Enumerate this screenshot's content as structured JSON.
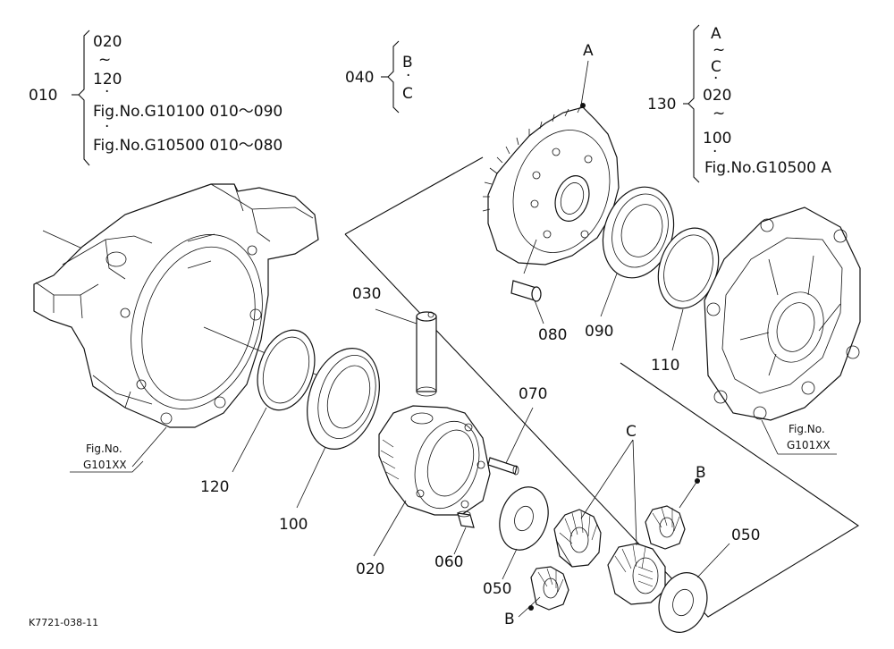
{
  "groups": {
    "g010": {
      "ref": "010",
      "lines": [
        "020",
        "~",
        "120",
        "·",
        "Fig.No.G10100  010～090",
        "·",
        "Fig.No.G10500  010～080"
      ]
    },
    "g040": {
      "ref": "040",
      "lines": [
        "B",
        "·",
        "C"
      ]
    },
    "g130": {
      "ref": "130",
      "lines": [
        "A",
        "~",
        "C",
        "·",
        "020",
        "~",
        "100",
        "·",
        "Fig.No.G10500  A"
      ]
    }
  },
  "callouts": {
    "A": "A",
    "B1": "B",
    "B2": "B",
    "C": "C",
    "p030": "030",
    "p070": "070",
    "p080": "080",
    "p090": "090",
    "p110": "110",
    "p120": "120",
    "p100": "100",
    "p020": "020",
    "p060": "060",
    "p050a": "050",
    "p050b": "050"
  },
  "figrefs": {
    "left": {
      "line1": "Fig.No.",
      "line2": "G101XX"
    },
    "right": {
      "line1": "Fig.No.",
      "line2": "G101XX"
    }
  },
  "drawing_code": "K7721-038-11"
}
